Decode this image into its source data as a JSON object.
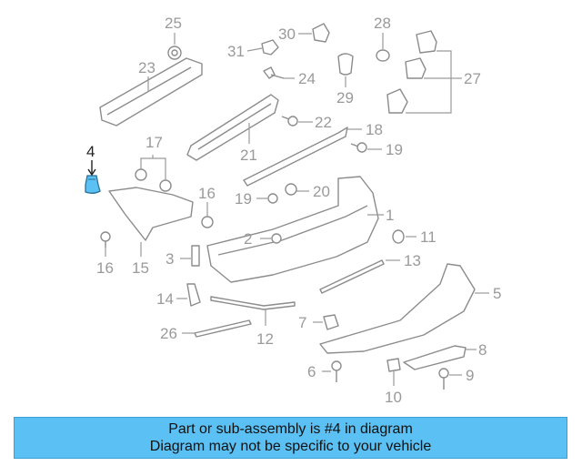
{
  "diagram": {
    "highlighted_part": "4",
    "highlight_color": "#5bc1f4",
    "labels": {
      "p1": "1",
      "p2": "2",
      "p3": "3",
      "p4": "4",
      "p5": "5",
      "p6": "6",
      "p7": "7",
      "p8": "8",
      "p9": "9",
      "p10": "10",
      "p11": "11",
      "p12": "12",
      "p13": "13",
      "p14": "14",
      "p15": "15",
      "p16a": "16",
      "p16b": "16",
      "p17": "17",
      "p18": "18",
      "p19a": "19",
      "p19b": "19",
      "p20": "20",
      "p21": "21",
      "p22": "22",
      "p23": "23",
      "p24": "24",
      "p25": "25",
      "p26": "26",
      "p27": "27",
      "p28": "28",
      "p29": "29",
      "p30": "30",
      "p31": "31"
    }
  },
  "caption": {
    "line1": "Part or sub-assembly is #4 in diagram",
    "line2": "Diagram may not be specific to your vehicle",
    "background": "#5bc1f4"
  }
}
